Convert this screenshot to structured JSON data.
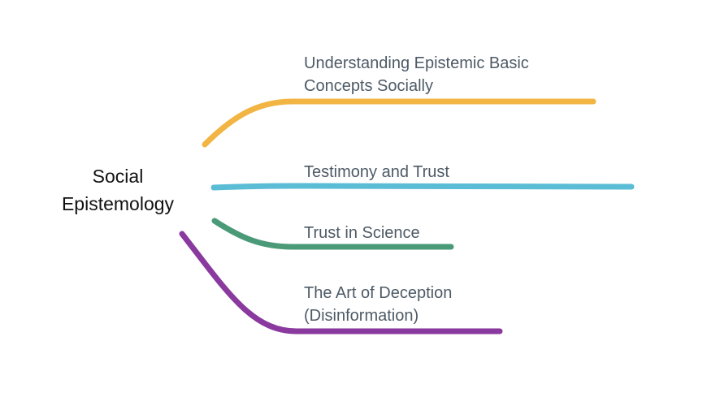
{
  "root": {
    "lines": [
      "Social",
      "Epistemology"
    ]
  },
  "branches": [
    {
      "lines": [
        "Understanding Epistemic Basic",
        "Concepts Socially"
      ],
      "color": "#F2B544"
    },
    {
      "lines": [
        "Testimony and Trust"
      ],
      "color": "#5BBCD6"
    },
    {
      "lines": [
        "Trust in Science"
      ],
      "color": "#4A9A78"
    },
    {
      "lines": [
        "The Art of Deception",
        "(Disinformation)"
      ],
      "color": "#8A3A9E"
    }
  ]
}
